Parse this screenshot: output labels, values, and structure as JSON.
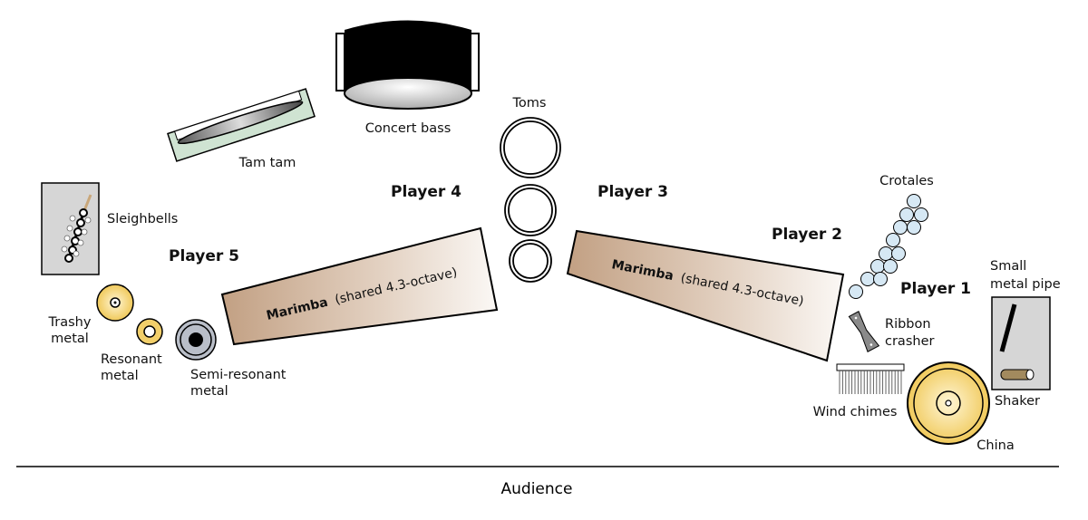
{
  "players": [
    "Player 1",
    "Player 2",
    "Player 3",
    "Player 4",
    "Player 5"
  ],
  "instruments": {
    "concert_bass": "Concert bass",
    "tam_tam": "Tam tam",
    "toms": "Toms",
    "sleighbells": "Sleighbells",
    "trashy_metal": [
      "Trashy",
      "metal"
    ],
    "resonant_metal": [
      "Resonant",
      "metal"
    ],
    "semi_resonant_metal": [
      "Semi-resonant",
      "metal"
    ],
    "marimba_name": "Marimba",
    "marimba_note": "(shared 4.3-octave)",
    "crotales": "Crotales",
    "ribbon_crasher": [
      "Ribbon",
      "crasher"
    ],
    "wind_chimes": "Wind chimes",
    "china": "China",
    "small_metal_pipe": [
      "Small",
      "metal pipe"
    ],
    "shaker": "Shaker"
  },
  "audience": "Audience",
  "colors": {
    "marimba": "#c4a68a",
    "cymbal": "#f2cf6a",
    "tam_tam_frame": "#cfe3d2",
    "crotale": "#d6e8f4",
    "box": "#d6d6d6"
  }
}
